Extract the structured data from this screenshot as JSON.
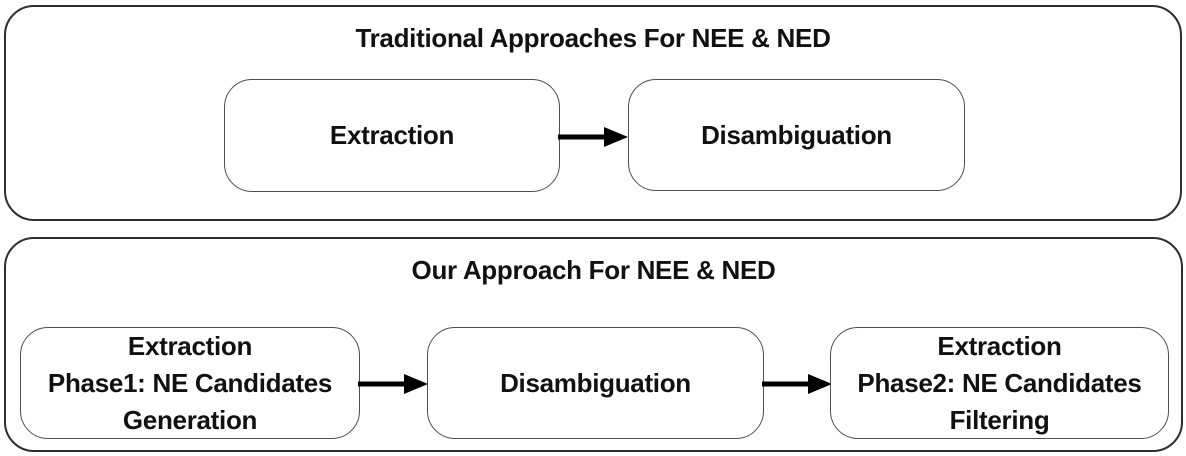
{
  "canvas": {
    "background": "#ffffff",
    "panel_border_color": "#2d2d2d",
    "node_border_color": "#4f4f4f",
    "arrow_color": "#000000",
    "text_color": "#111111"
  },
  "traditional": {
    "title": "Traditional Approaches For NEE & NED",
    "nodes": [
      {
        "lines": [
          "Extraction"
        ]
      },
      {
        "lines": [
          "Disambiguation"
        ]
      }
    ]
  },
  "our": {
    "title": "Our Approach For NEE & NED",
    "nodes": [
      {
        "lines": [
          "Extraction",
          "Phase1: NE Candidates",
          "Generation"
        ]
      },
      {
        "lines": [
          "Disambiguation"
        ]
      },
      {
        "lines": [
          "Extraction",
          "Phase2: NE Candidates",
          "Filtering"
        ]
      }
    ]
  }
}
